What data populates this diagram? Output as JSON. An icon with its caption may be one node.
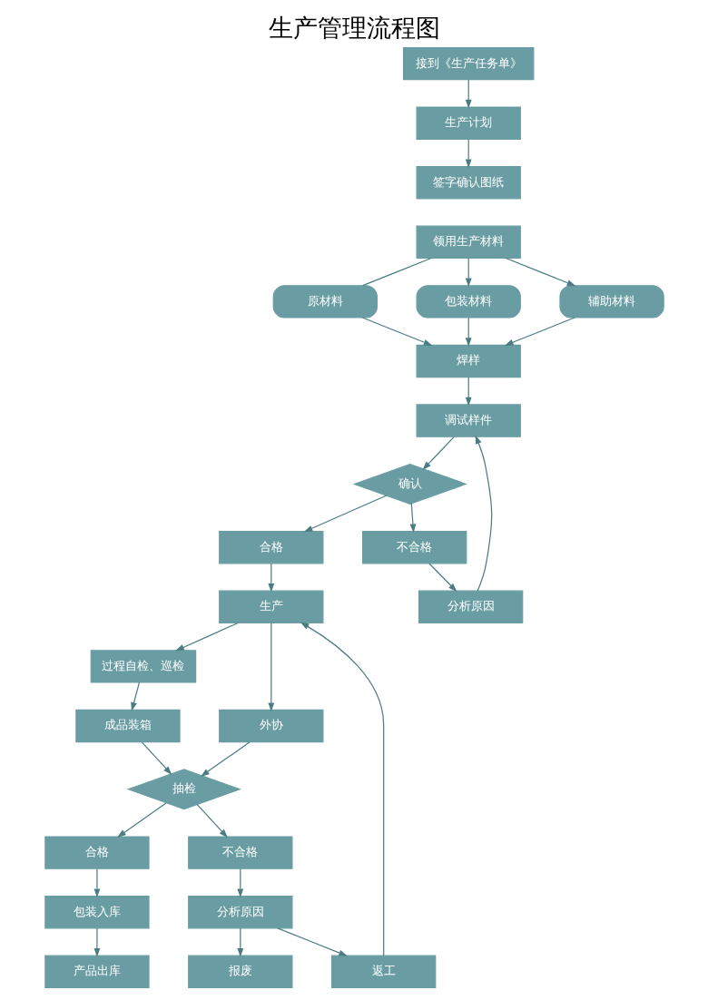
{
  "diagram": {
    "title": "生产管理流程图",
    "nodes": [
      {
        "text": [
          "接到《生产任务单》"
        ]
      },
      {
        "text": [
          "生产计划"
        ]
      },
      {
        "text": [
          "签字确认图纸"
        ]
      },
      {
        "text": [
          "领用生产材料"
        ]
      },
      {
        "text": [
          "原材料"
        ]
      },
      {
        "text": [
          "包装材料"
        ]
      },
      {
        "text": [
          "辅助材料"
        ]
      },
      {
        "text": [
          "焊样"
        ]
      },
      {
        "text": [
          "调试样件"
        ]
      },
      {
        "text": [
          "分析原因"
        ]
      },
      {
        "text": [
          "确认"
        ]
      },
      {
        "text": [
          "合格"
        ]
      },
      {
        "text": [
          "不合格"
        ]
      },
      {
        "text": [
          "生产"
        ]
      },
      {
        "text": [
          "过程自检、巡检"
        ]
      },
      {
        "text": [
          "外协"
        ]
      },
      {
        "text": [
          "成品装箱"
        ]
      },
      {
        "text": [
          "抽检"
        ]
      },
      {
        "text": [
          "返工"
        ]
      },
      {
        "text": [
          "合格"
        ]
      },
      {
        "text": [
          "不合格"
        ]
      },
      {
        "text": [
          "分析原因"
        ]
      },
      {
        "text": [
          "包装入库"
        ]
      },
      {
        "text": [
          "报废"
        ]
      },
      {
        "text": [
          "产品出库"
        ]
      }
    ],
    "edges": [
      {
        "from": 0,
        "to": 1,
        "arrow": "to"
      },
      {
        "from": 1,
        "to": 2,
        "arrow": "to"
      },
      {
        "from": 3,
        "to": 4,
        "arrow": "none"
      },
      {
        "from": 3,
        "to": 5,
        "arrow": "to"
      },
      {
        "from": 3,
        "to": 6,
        "arrow": "to"
      },
      {
        "from": 4,
        "to": 7,
        "arrow": "to"
      },
      {
        "from": 5,
        "to": 7,
        "arrow": "to"
      },
      {
        "from": 6,
        "to": 7,
        "arrow": "to"
      },
      {
        "from": 7,
        "to": 8,
        "arrow": "to"
      },
      {
        "from": 8,
        "to": 10,
        "arrow": "to"
      },
      {
        "from": 10,
        "to": 11,
        "arrow": "to"
      },
      {
        "from": 10,
        "to": 12,
        "arrow": "to"
      },
      {
        "from": 12,
        "to": 9,
        "arrow": "to"
      },
      {
        "from": 9,
        "to": 8,
        "arrow": "to"
      },
      {
        "from": 11,
        "to": 13,
        "arrow": "to"
      },
      {
        "from": 13,
        "to": 14,
        "arrow": "to"
      },
      {
        "from": 13,
        "to": 15,
        "arrow": "to"
      },
      {
        "from": 14,
        "to": 16,
        "arrow": "to"
      },
      {
        "from": 16,
        "to": 17,
        "arrow": "to"
      },
      {
        "from": 15,
        "to": 17,
        "arrow": "to"
      },
      {
        "from": 17,
        "to": 19,
        "arrow": "to"
      },
      {
        "from": 17,
        "to": 20,
        "arrow": "to"
      },
      {
        "from": 19,
        "to": 22,
        "arrow": "to"
      },
      {
        "from": 22,
        "to": 24,
        "arrow": "to"
      },
      {
        "from": 20,
        "to": 21,
        "arrow": "to"
      },
      {
        "from": 21,
        "to": 18,
        "arrow": "to"
      },
      {
        "from": 21,
        "to": 23,
        "arrow": "to"
      },
      {
        "from": 18,
        "to": 13,
        "arrow": "to"
      }
    ]
  }
}
